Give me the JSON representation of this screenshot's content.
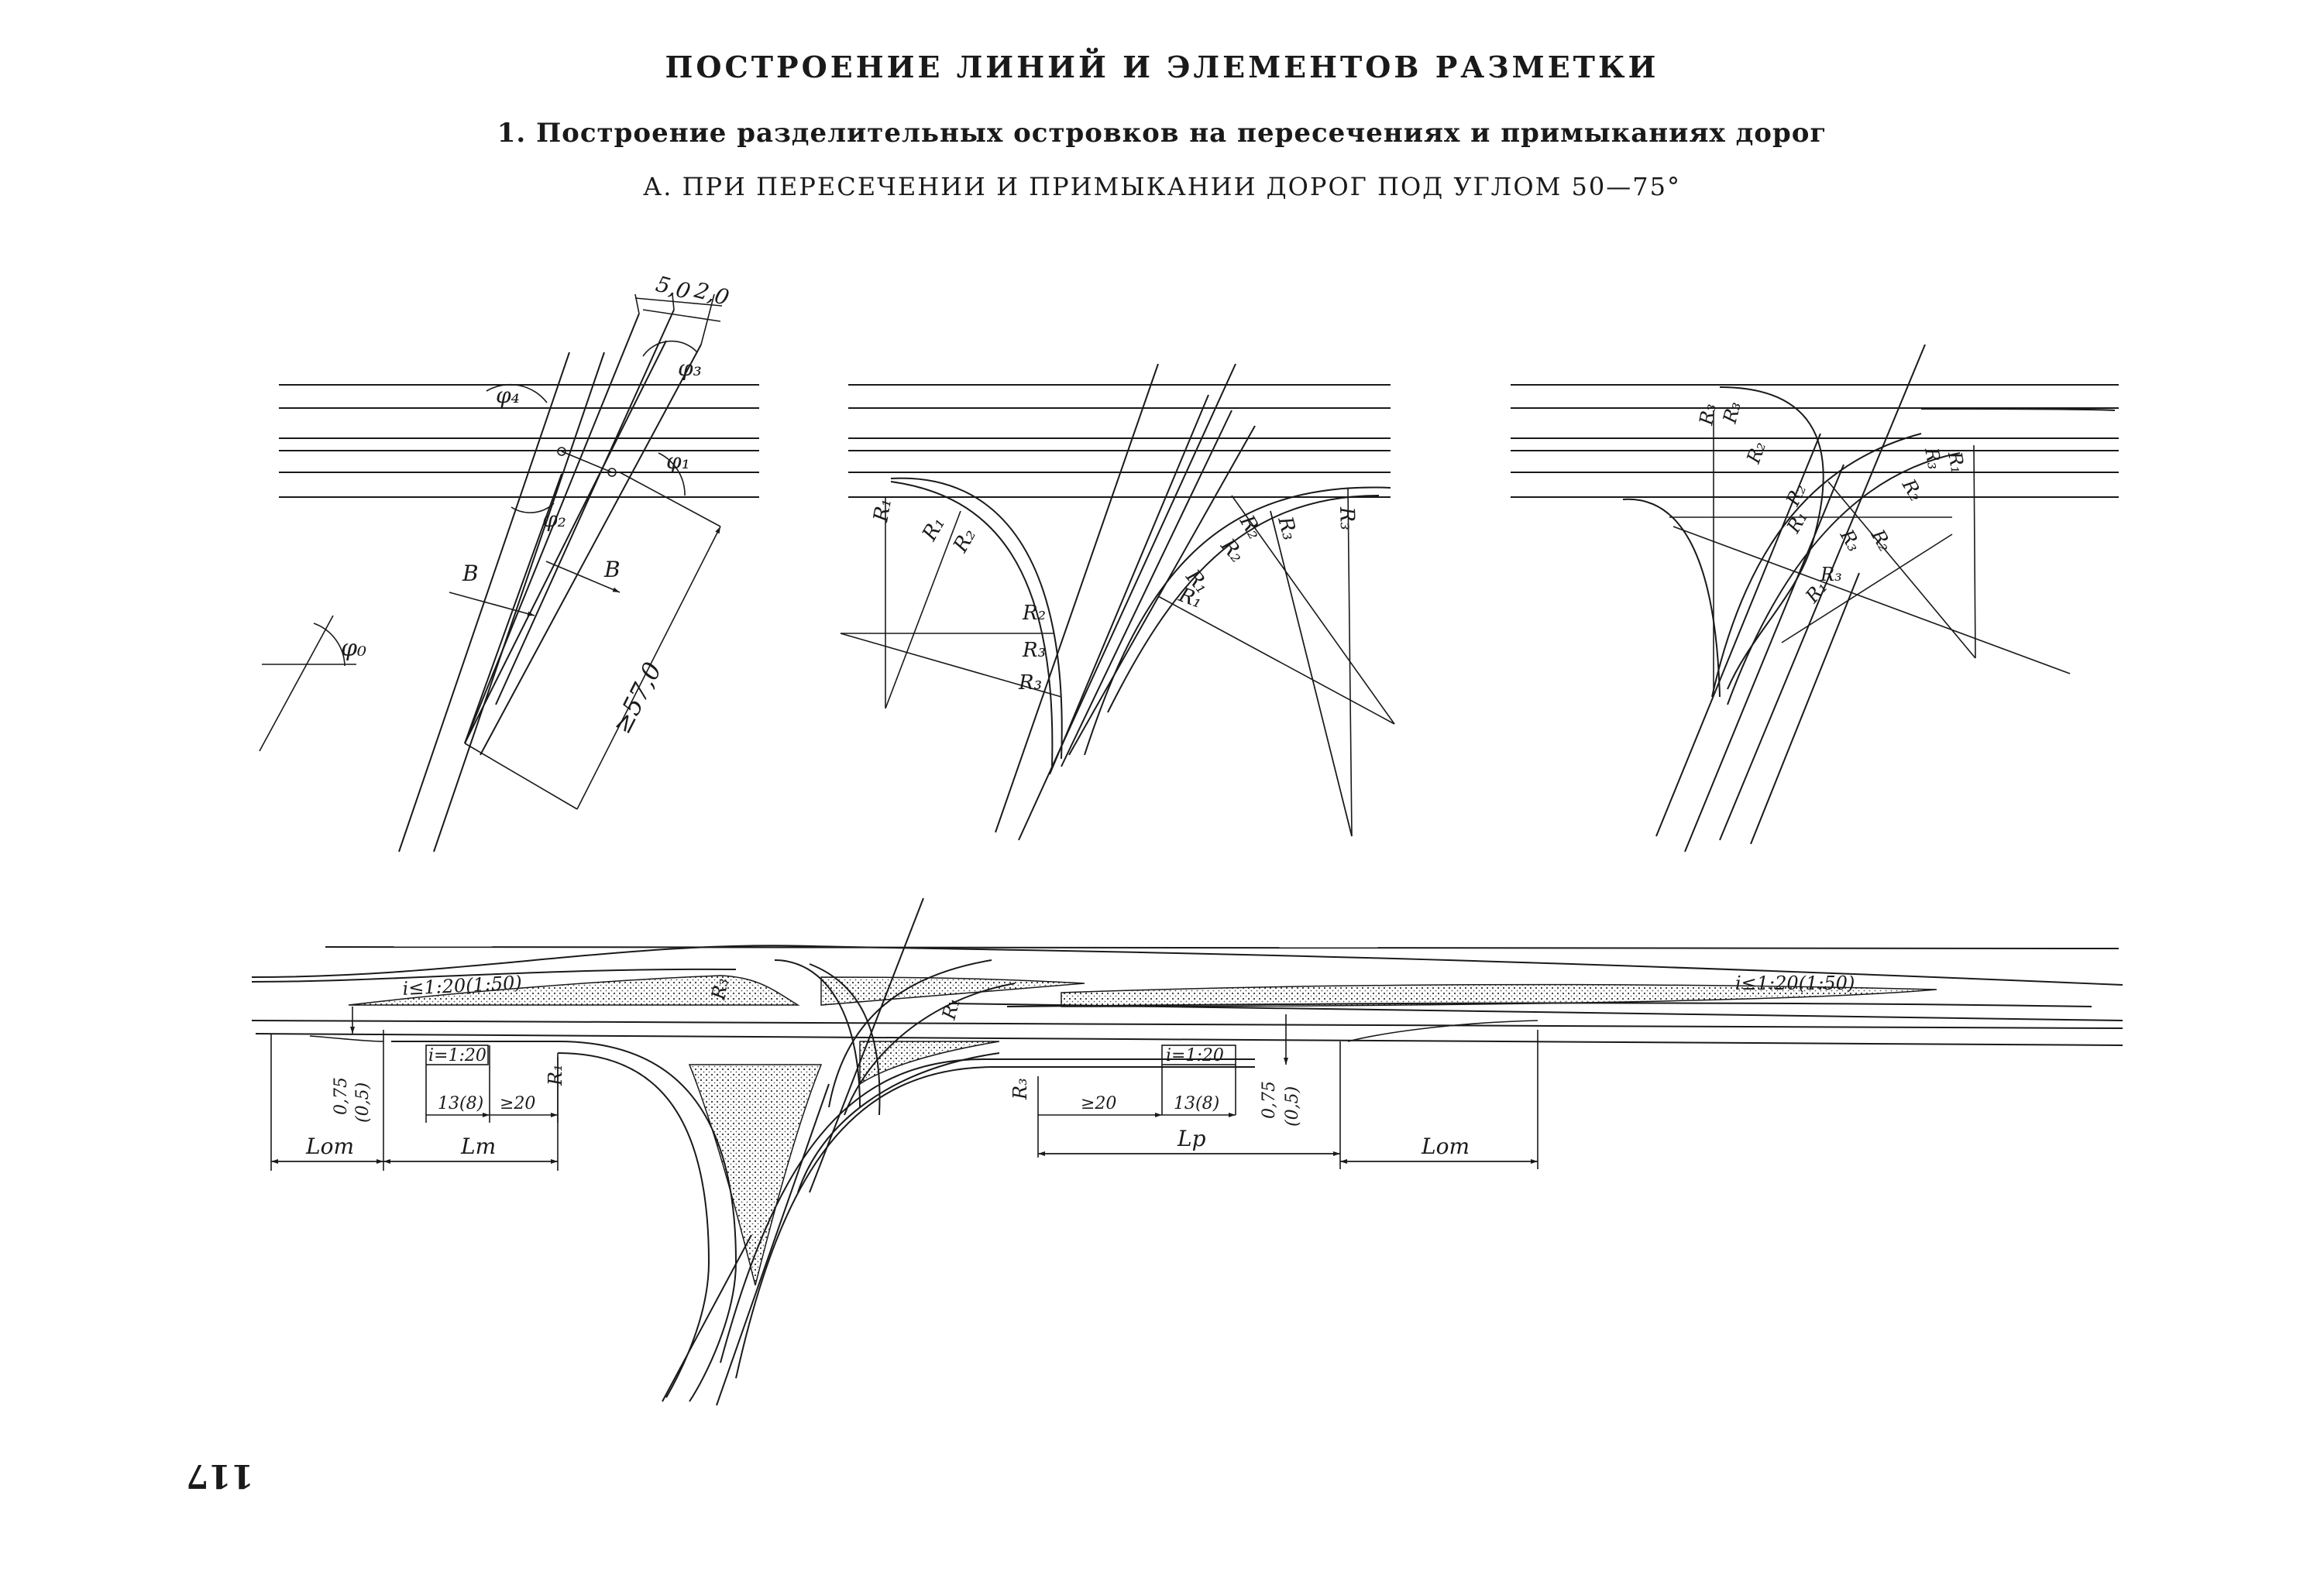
{
  "header": {
    "title": "ПОСТРОЕНИЕ ЛИНИЙ И ЭЛЕМЕНТОВ   РАЗМЕТКИ",
    "subtitle": "1. Построение разделительных островков  на пересечениях и примыканиях дорог",
    "section": "А. ПРИ ПЕРЕСЕЧЕНИИ И ПРИМЫКАНИИ   ДОРОГ ПОД УГЛОМ 50—75°"
  },
  "page_number": "117",
  "diagram1": {
    "dim_a": "5,0",
    "dim_b": "2,0",
    "phi0": "φ₀",
    "phi1": "φ₁",
    "phi2": "φ₂",
    "phi3": "φ₃",
    "phi4": "φ₄",
    "b_left": "B",
    "b_right": "B",
    "length": "≥57,0"
  },
  "diagram2": {
    "r1": "R₁",
    "r2": "R₂",
    "r3": "R₃"
  },
  "diagram3": {
    "r1": "R₁",
    "r2": "R₂",
    "r3": "R₃"
  },
  "diagram4": {
    "slope_left": "i≤1:20(1:50)",
    "slope_right": "i≤1:20(1:50)",
    "i_left": "i=1:20",
    "i_right": "i=1:20",
    "offset_left": "0,75",
    "offset_left_alt": "(0,5)",
    "offset_right": "0,75",
    "offset_right_alt": "(0,5)",
    "len13_left": "13(8)",
    "len13_right": "13(8)",
    "ge20_left": "≥20",
    "ge20_right": "≥20",
    "l_ot_left": "Lот",
    "l_t": "Lт",
    "l_p": "Lр",
    "l_ot_right": "Lот",
    "r1_left": "R₁",
    "r1_center": "R₁",
    "r3_top": "R₃",
    "r3_right": "R₃"
  }
}
